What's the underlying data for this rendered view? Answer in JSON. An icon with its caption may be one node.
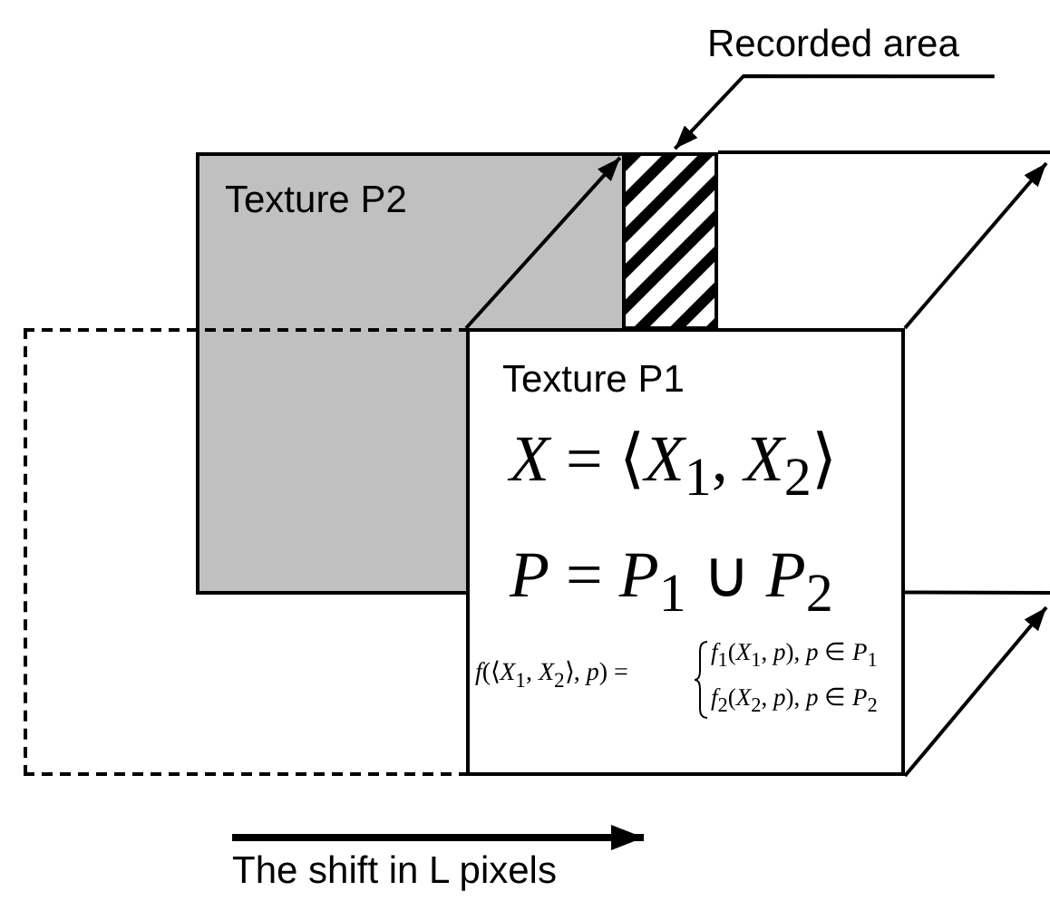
{
  "diagram": {
    "nodes": [
      {
        "text": [
          "Texture P2"
        ]
      },
      {
        "text": [],
        "shape": "box"
      },
      {
        "text": [],
        "shape": "box"
      },
      {
        "text": [
          "Texture P1",
          "*X* = ⟨*X*$_{1}$, *X*$_{2}$⟩",
          "*P* = *P*$_{1}$ ∪ *P*$_{2}$",
          "*f*(⟨*X*$_{1}$, *X*$_{2}$⟩, *p*) =",
          "*f*$_{1}$(*X*$_{1}$, *p*), *p* ∈ *P*$_{1}$",
          "*f*$_{2}$(*X*$_{2}$, *p*), *p* ∈ *P*$_{2}$"
        ]
      },
      {
        "text": [
          "Recorded area"
        ]
      }
    ],
    "edges": [
      {
        "from": 4,
        "to": 1,
        "arrow": "to"
      },
      {
        "from": 3,
        "to": 1,
        "arrow": "to"
      },
      {
        "from": 3,
        "to": null,
        "arrow": "to"
      },
      {
        "from": 3,
        "to": null,
        "arrow": "to"
      },
      {
        "from": 1,
        "to": null,
        "arrow": "none"
      },
      {
        "from": 3,
        "to": null,
        "arrow": "none"
      }
    ],
    "labels": [
      "The shift in L pixels"
    ]
  }
}
